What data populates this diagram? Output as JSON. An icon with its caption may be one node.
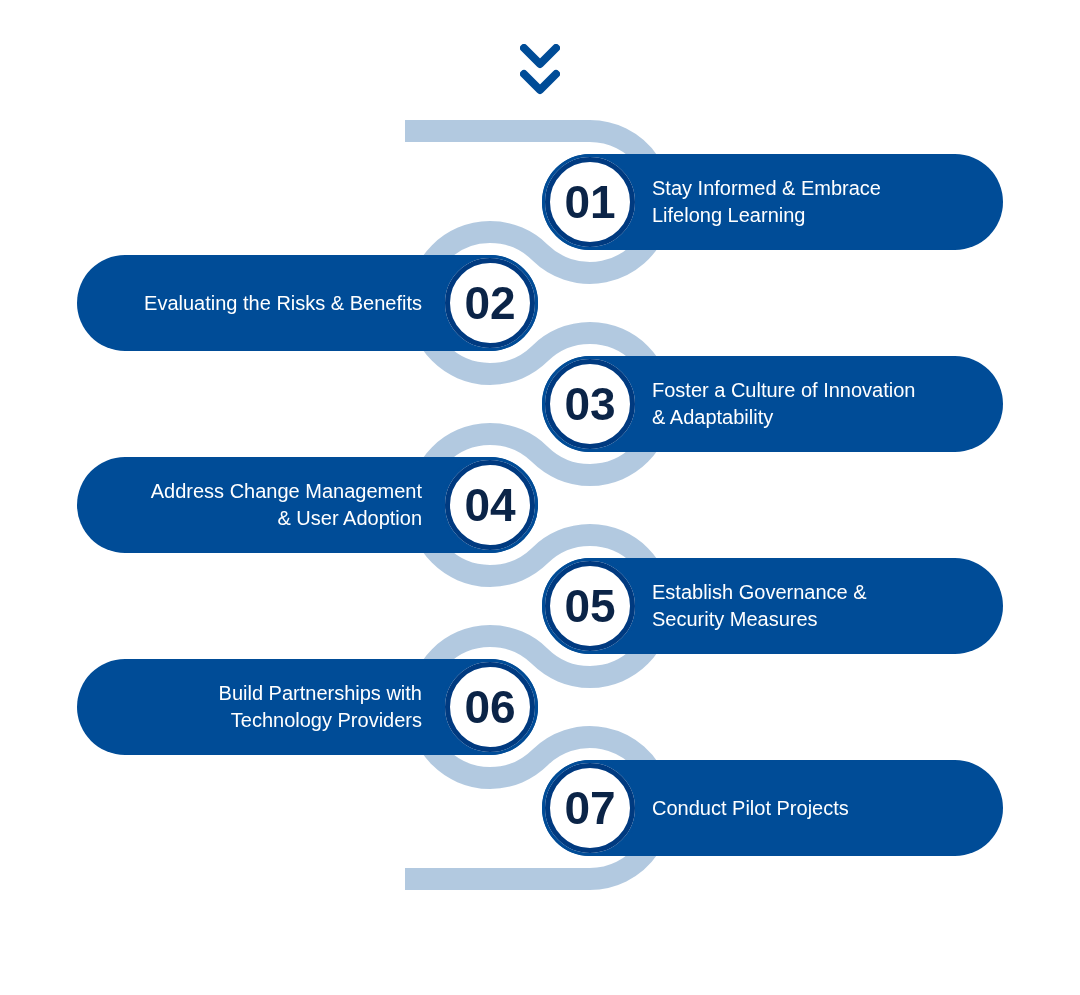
{
  "diagram": {
    "nodes": [
      {
        "text": [
          "Stay Informed & Embrace Lifelong Learning"
        ]
      },
      {
        "text": [
          "01"
        ],
        "in": 0
      },
      {
        "text": [
          "Evaluating the Risks & Benefits"
        ]
      },
      {
        "text": [
          "02"
        ],
        "in": 2
      },
      {
        "text": [
          "Foster a Culture of Innovation & Adaptability"
        ]
      },
      {
        "text": [
          "03"
        ],
        "in": 4
      },
      {
        "text": [
          "Address Change Management & User Adoption"
        ]
      },
      {
        "text": [
          "04"
        ],
        "in": 6
      },
      {
        "text": [
          "Establish Governance & Security Measures"
        ]
      },
      {
        "text": [
          "05"
        ],
        "in": 8
      },
      {
        "text": [
          "Build Partnerships with Technology Providers"
        ]
      },
      {
        "text": [
          "06"
        ],
        "in": 10
      },
      {
        "text": [
          "Conduct Pilot Projects"
        ]
      },
      {
        "text": [
          "07"
        ],
        "in": 12
      }
    ]
  }
}
